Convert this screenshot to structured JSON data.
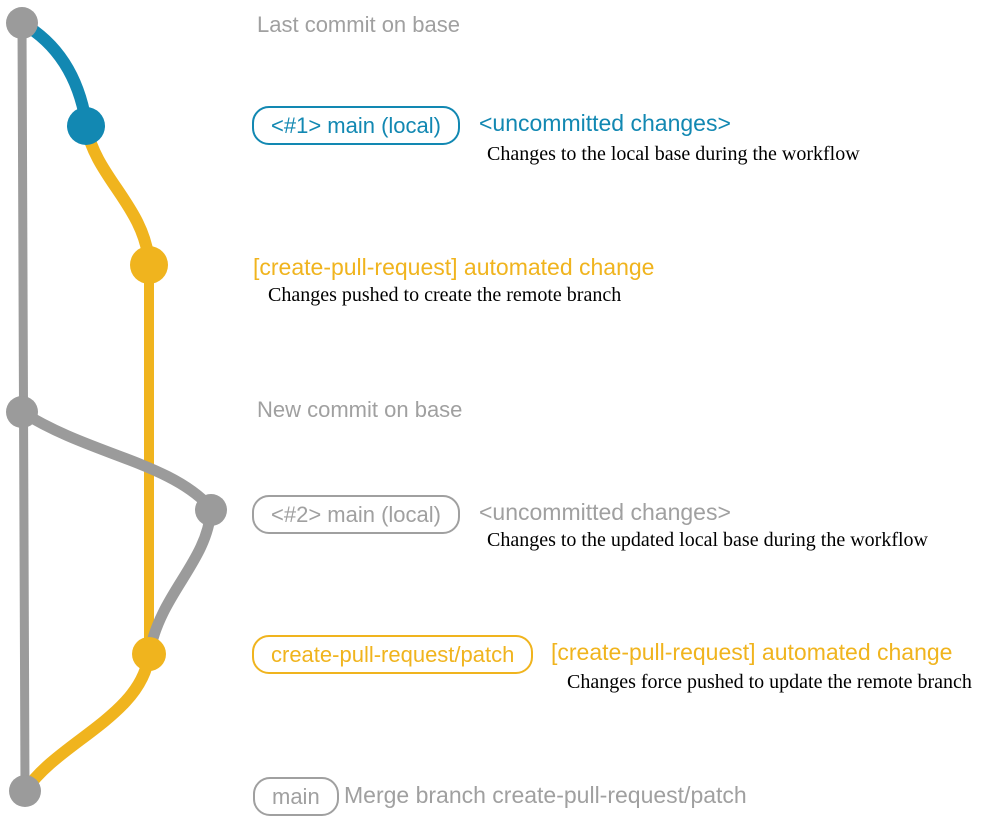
{
  "colors": {
    "gray": "#9b9b9b",
    "teal": "#1288b2",
    "yellow": "#f0b41e",
    "note_gray": "#a0a0a0",
    "desc_black": "#000000"
  },
  "notes": {
    "top": "Last commit on base",
    "middle": "New commit on base"
  },
  "rows": {
    "r1": {
      "badge": "<#1> main (local)",
      "title": "<uncommitted changes>",
      "desc": "Changes to the local base during the workflow"
    },
    "r2": {
      "title": "[create-pull-request] automated change",
      "desc": "Changes pushed to create the remote branch"
    },
    "r3": {
      "badge": "<#2> main (local)",
      "title": "<uncommitted changes>",
      "desc": "Changes to the updated local base during the workflow"
    },
    "r4": {
      "badge": "create-pull-request/patch",
      "title": "[create-pull-request] automated change",
      "desc": "Changes force pushed to update the remote branch"
    },
    "r5": {
      "badge": "main",
      "title": "Merge branch create-pull-request/patch"
    }
  }
}
